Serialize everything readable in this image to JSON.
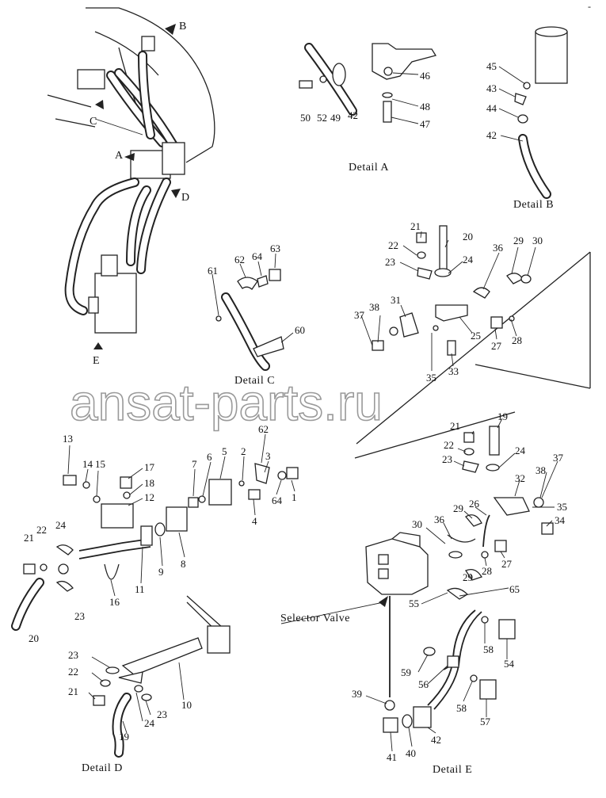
{
  "watermark": "ansat-parts.ru",
  "corner_mark": "-",
  "details": {
    "A": "Detail A",
    "B": "Detail B",
    "C": "Detail C",
    "D": "Detail D",
    "E": "Detail E"
  },
  "view_arrows": [
    "A",
    "B",
    "C",
    "D",
    "E"
  ],
  "selector_valve_label": "Selector Valve",
  "callouts": {
    "detail_a": [
      "46",
      "48",
      "47",
      "50",
      "52",
      "49",
      "42"
    ],
    "detail_b": [
      "45",
      "43",
      "44",
      "42"
    ],
    "detail_c": [
      "63",
      "64",
      "62",
      "61",
      "60"
    ],
    "upper_right": [
      "21",
      "20",
      "22",
      "23",
      "24",
      "36",
      "29",
      "30",
      "31",
      "37",
      "38",
      "25",
      "27",
      "28",
      "35",
      "33"
    ],
    "detail_d": [
      "13",
      "14",
      "15",
      "17",
      "18",
      "12",
      "7",
      "6",
      "5",
      "2",
      "62",
      "3",
      "1",
      "64",
      "4",
      "21",
      "22",
      "24",
      "23",
      "11",
      "16",
      "9",
      "8",
      "20",
      "23",
      "22",
      "21",
      "24",
      "23",
      "19",
      "10"
    ],
    "detail_e": [
      "21",
      "19",
      "22",
      "24",
      "23",
      "37",
      "32",
      "38",
      "35",
      "34",
      "26",
      "29",
      "30",
      "36",
      "29",
      "28",
      "27",
      "65",
      "55",
      "58",
      "54",
      "59",
      "56",
      "58",
      "57",
      "39",
      "41",
      "40",
      "42"
    ]
  }
}
